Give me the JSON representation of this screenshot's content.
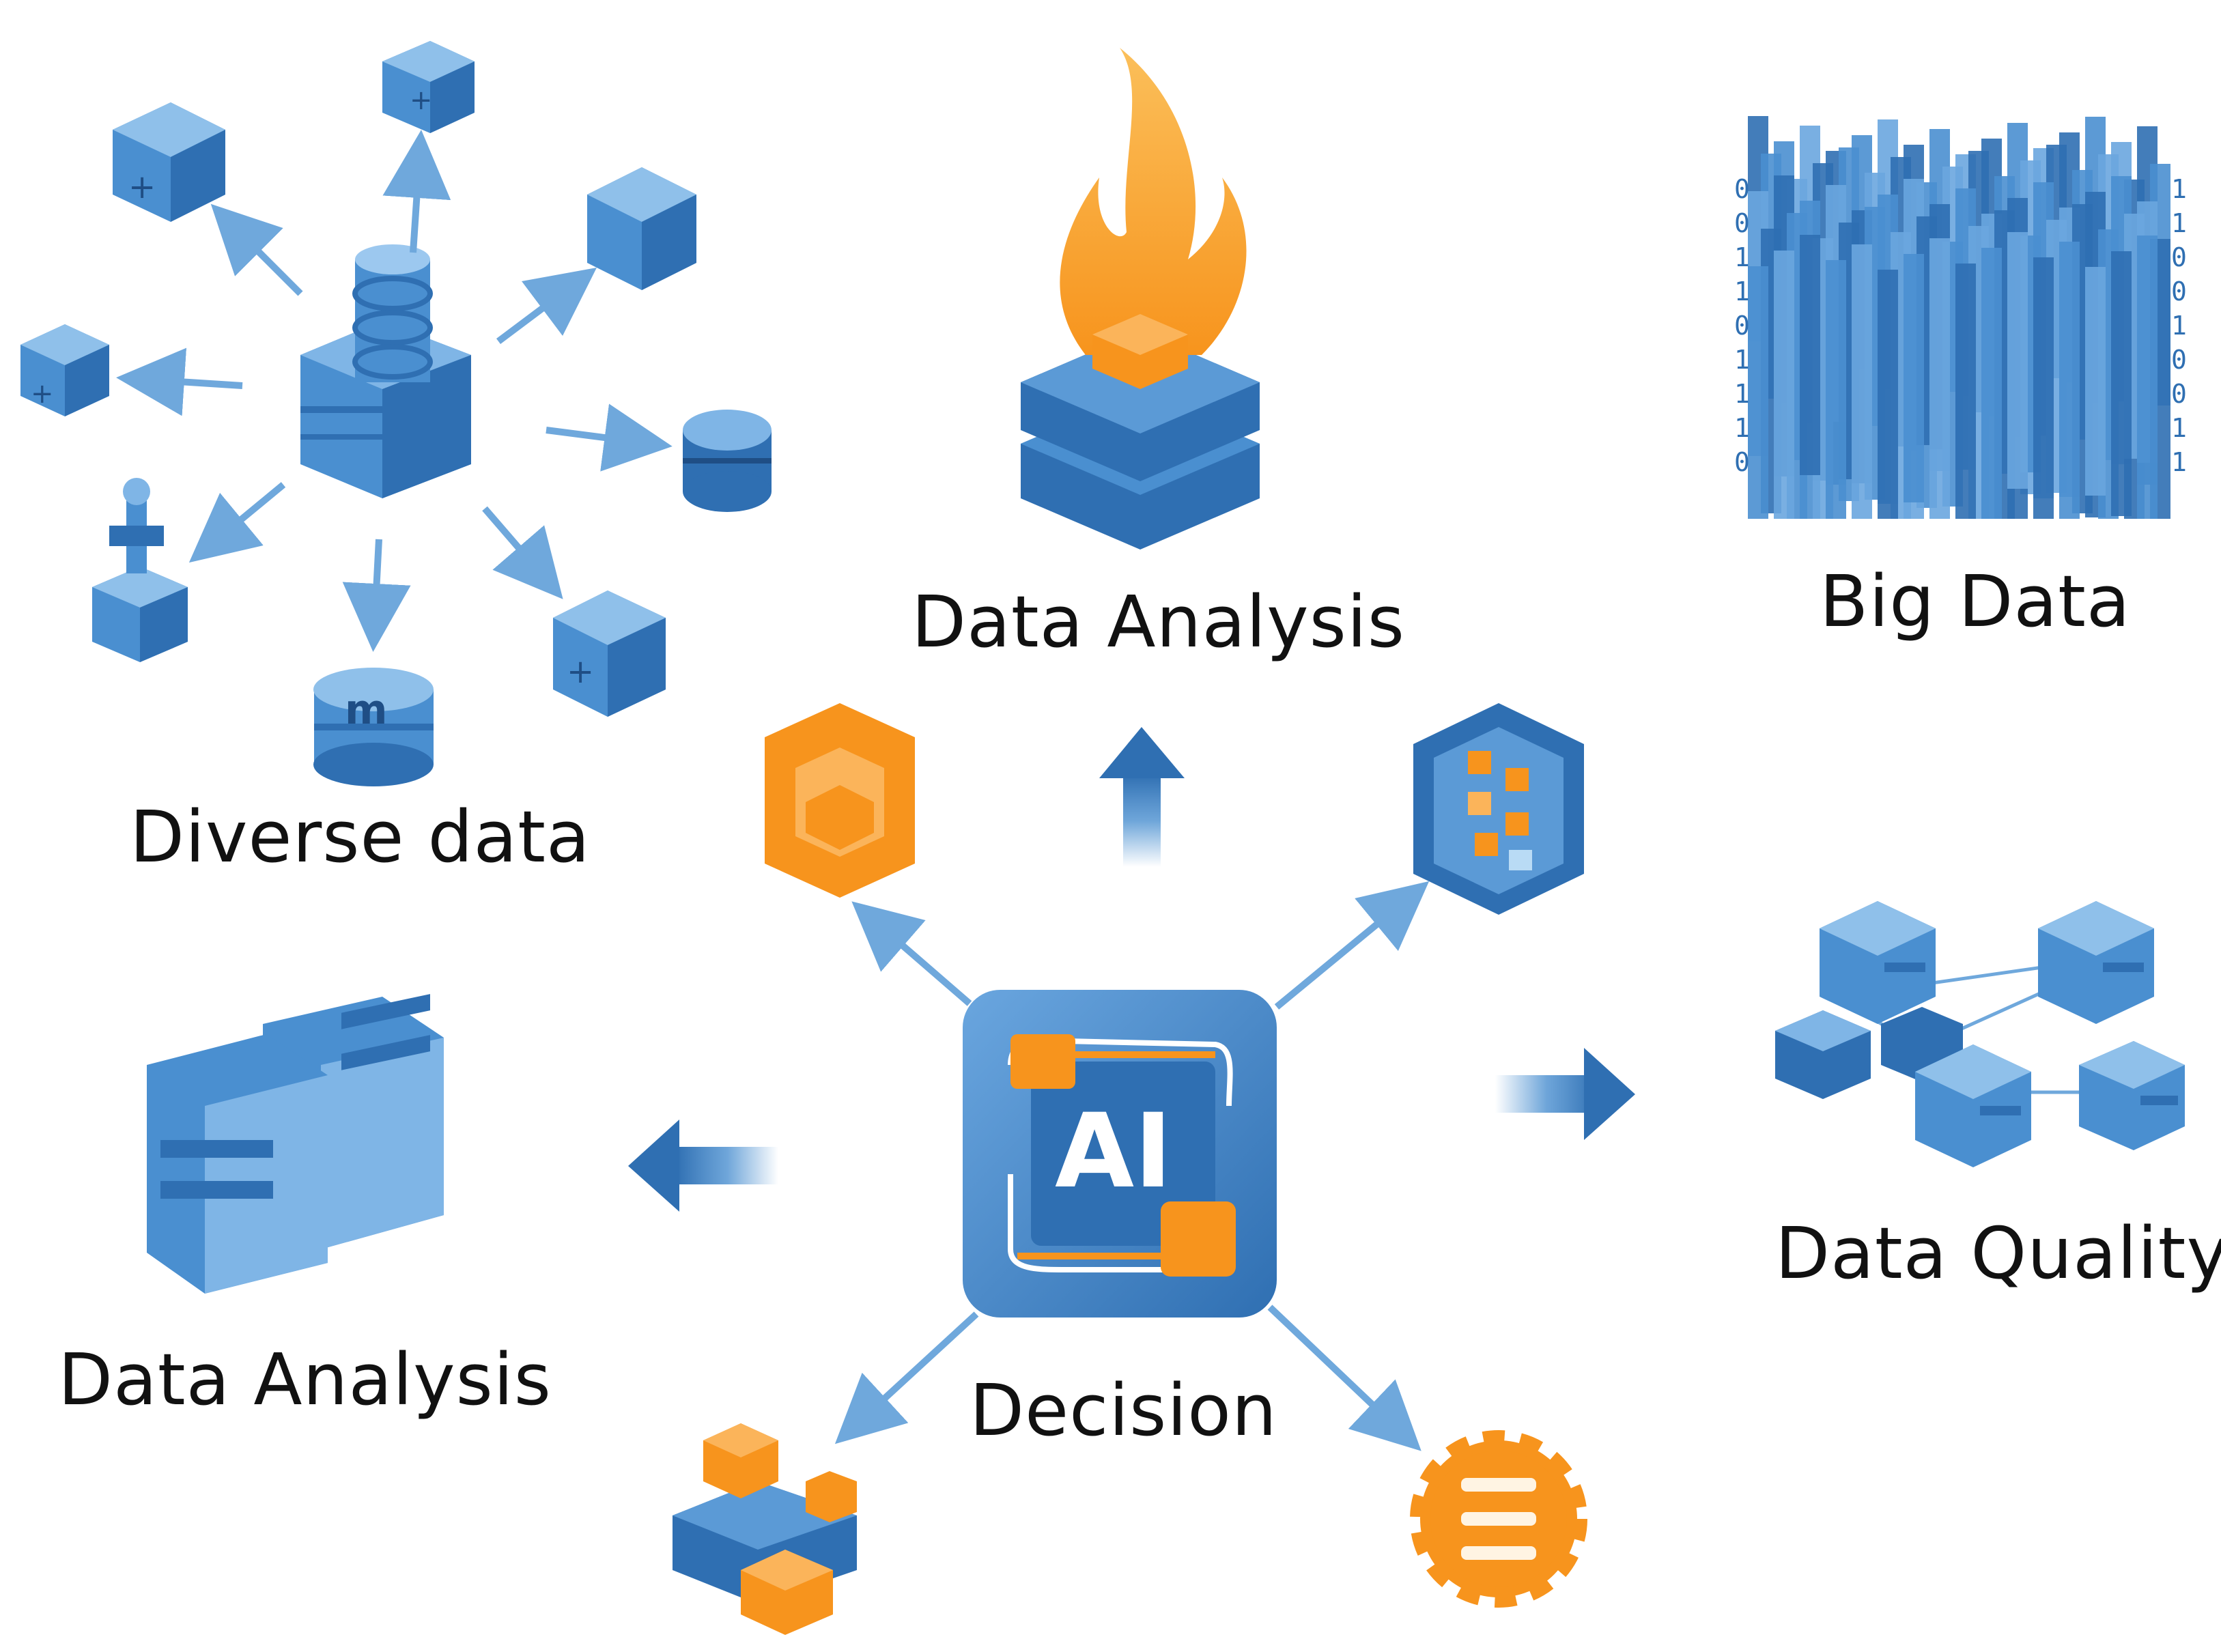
{
  "labels": {
    "diverse_data": "Diverse data",
    "data_analysis_top": "Data Analysis",
    "big_data": "Big Data",
    "data_analysis_left": "Data Analysis",
    "decision": "Decision",
    "data_quality": "Data Quality"
  },
  "center": {
    "chip_text": "AI"
  },
  "big_data_digits": [
    "0",
    "1",
    "0",
    "1",
    "1",
    "0",
    "1",
    "0",
    "0",
    "1",
    "1",
    "0",
    "1",
    "0",
    "1",
    "1",
    "0",
    "1"
  ],
  "colors": {
    "blue_dark": "#2f6fb2",
    "blue_mid": "#4a8fd0",
    "blue_light": "#7fb5e6",
    "orange": "#f7941d",
    "orange_light": "#fbb45a",
    "arrow": "#6fa8dc",
    "text": "#111111"
  },
  "icons": [
    "database-stack-icon",
    "data-cube-icon",
    "server-cylinder-icon",
    "robot-arm-icon",
    "gear-cylinder-icon",
    "fire-server-icon",
    "binary-city-icon",
    "orange-hex-cube-icon",
    "blue-hex-box-icon",
    "ai-chip-icon",
    "document-stack-icon",
    "network-cubes-icon",
    "orange-cubes-icon",
    "orange-gear-icon"
  ]
}
